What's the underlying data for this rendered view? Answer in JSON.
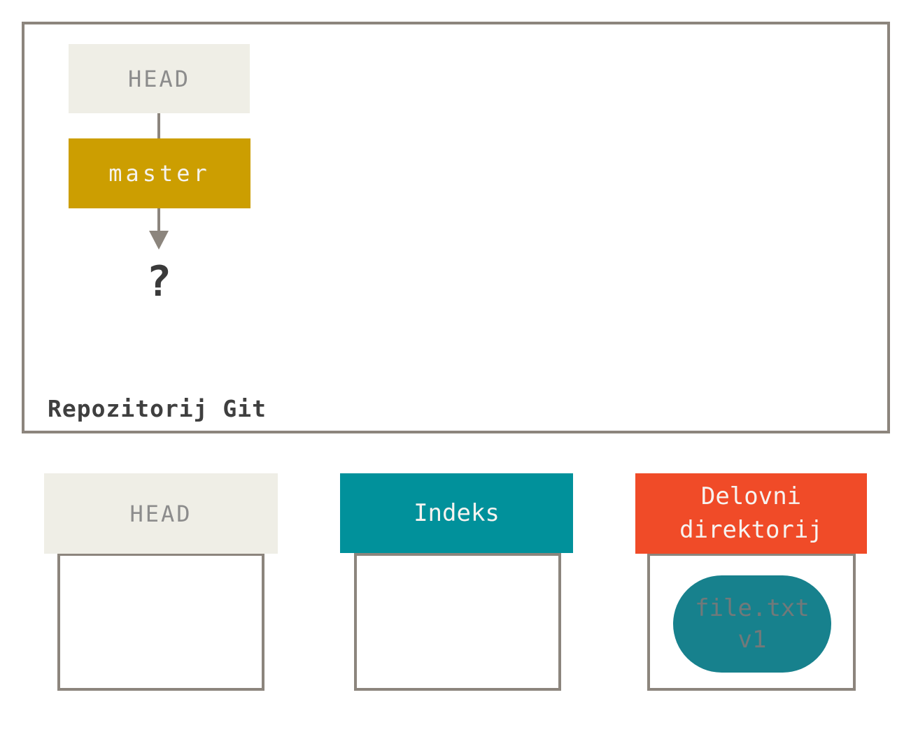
{
  "diagram": {
    "repository": {
      "title": "Repozitorij Git",
      "head_label": "HEAD",
      "branch_label": "master",
      "pointer_target": "?"
    },
    "columns": {
      "head": {
        "title": "HEAD"
      },
      "index": {
        "title": "Indeks"
      },
      "working_directory": {
        "title": "Delovni direktorij",
        "file": {
          "name": "file.txt",
          "version": "v1"
        }
      }
    },
    "colors": {
      "frame_border": "#8C857D",
      "head_box_bg": "#EFEEE6",
      "head_box_text": "#8C8C8C",
      "branch_bg": "#CC9E01",
      "branch_text": "#F5F3EE",
      "index_header_bg": "#01919B",
      "workdir_header_bg": "#F04B28",
      "header_text": "#F7F3F0",
      "file_pill_bg": "#17818D",
      "file_pill_text": "#71797A",
      "title_text": "#3F3F3F",
      "arrow": "#8C857D"
    }
  }
}
